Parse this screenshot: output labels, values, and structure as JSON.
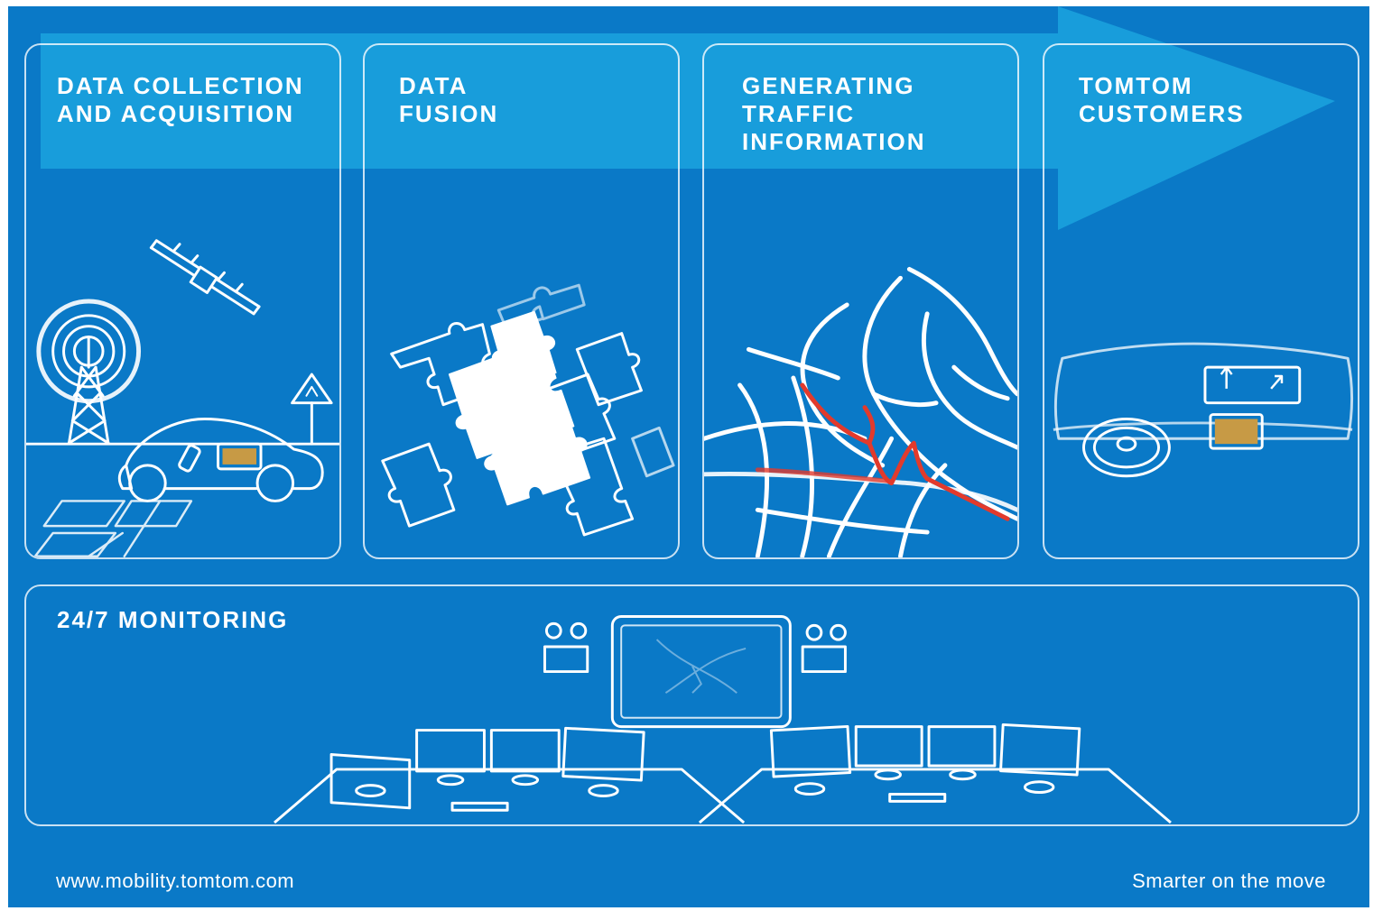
{
  "colors": {
    "background": "#0a79c7",
    "arrow": "#1aa1dc",
    "line": "#ffffff",
    "congestion": "#e23a2c"
  },
  "panels": [
    {
      "title": "DATA COLLECTION\nAND ACQUISITION"
    },
    {
      "title": "DATA\nFUSION"
    },
    {
      "title": "GENERATING\nTRAFFIC\nINFORMATION"
    },
    {
      "title": "TOMTOM\nCUSTOMERS"
    }
  ],
  "monitoring": {
    "title": "24/7 MONITORING"
  },
  "footer": {
    "url": "www.mobility.tomtom.com",
    "tagline": "Smarter on the move"
  },
  "icons": [
    "satellite-icon",
    "radio-tower-icon",
    "car-icon",
    "road-sign-icon",
    "puzzle-icon",
    "road-map-icon",
    "dashboard-icon",
    "control-room-icon"
  ]
}
